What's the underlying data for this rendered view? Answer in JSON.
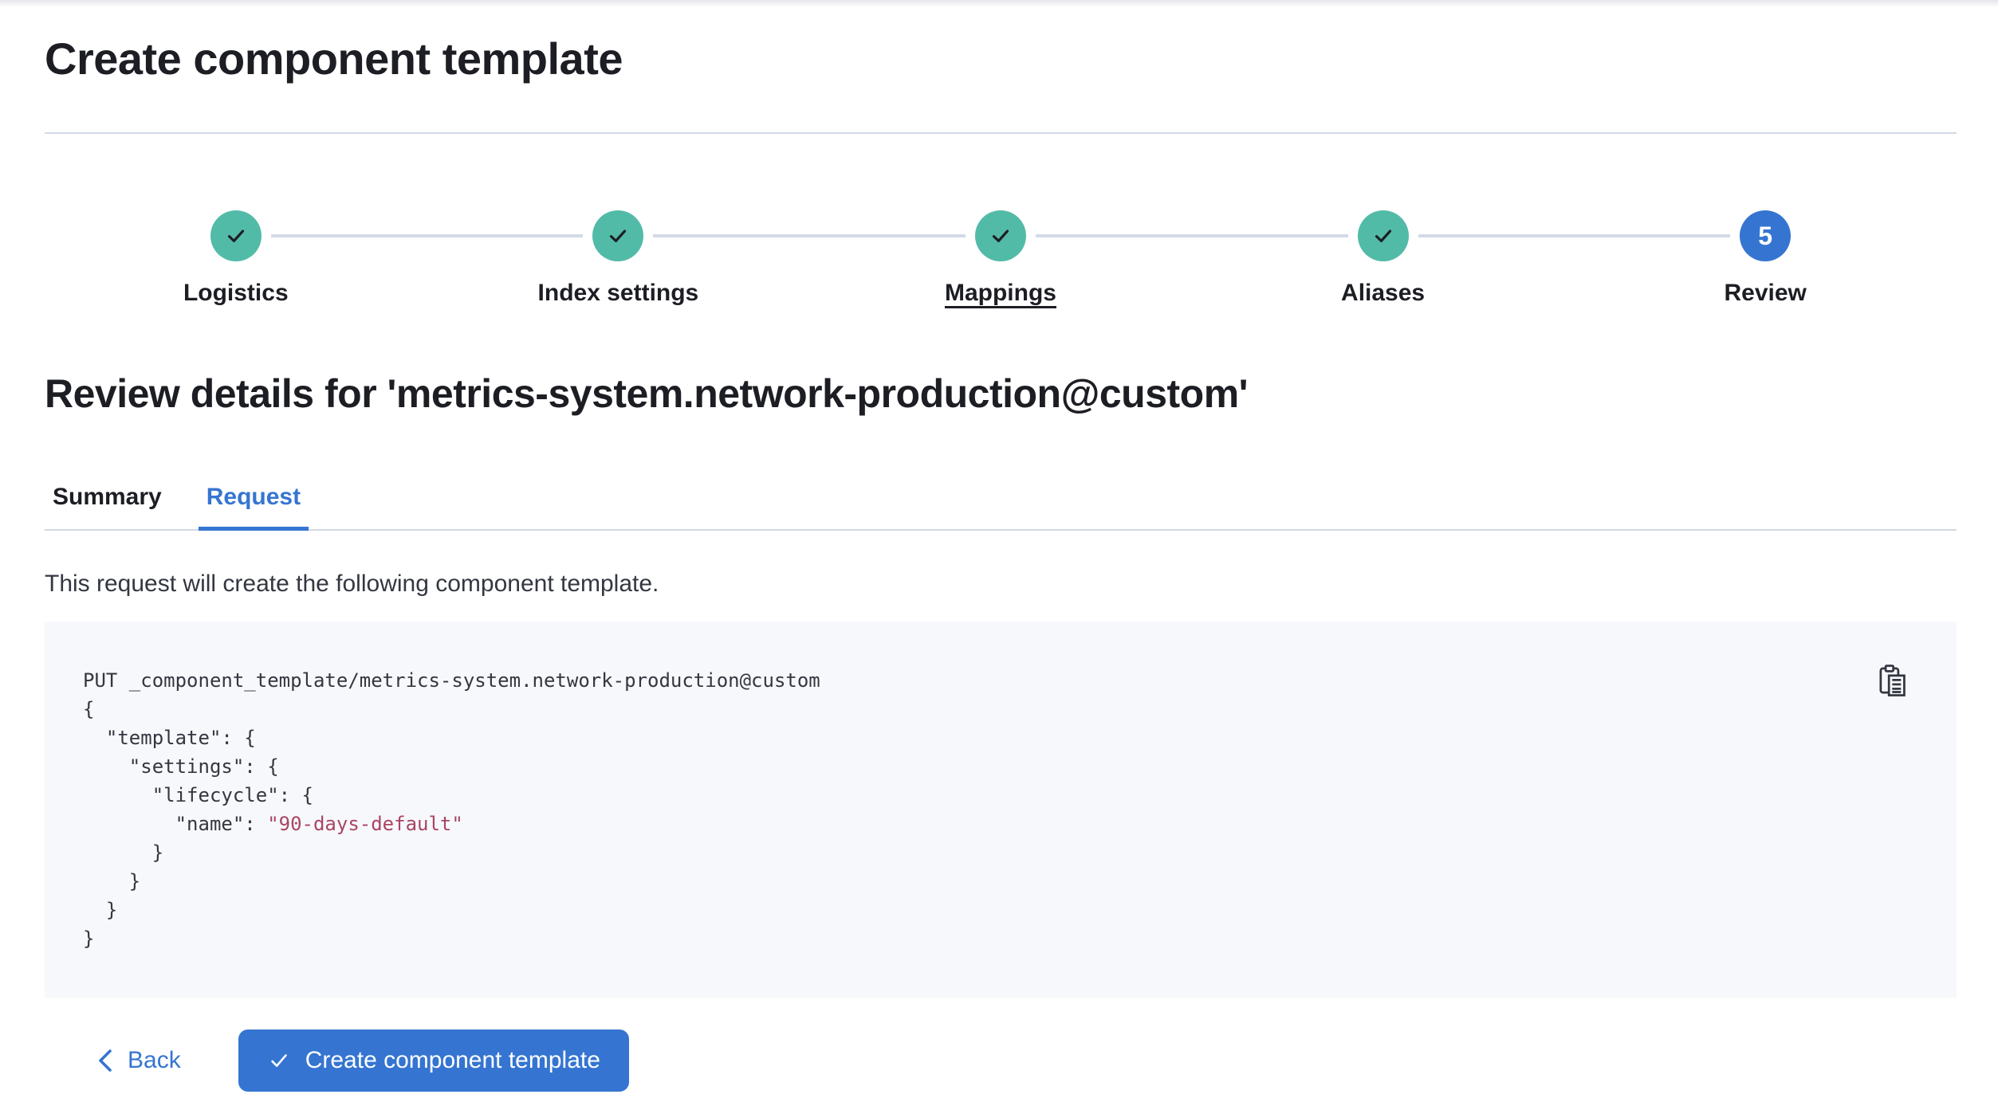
{
  "page": {
    "title": "Create component template"
  },
  "stepper": {
    "steps": [
      {
        "label": "Logistics",
        "status": "complete"
      },
      {
        "label": "Index settings",
        "status": "complete"
      },
      {
        "label": "Mappings",
        "status": "complete",
        "underlined": true
      },
      {
        "label": "Aliases",
        "status": "complete"
      },
      {
        "label": "Review",
        "status": "current",
        "number": "5"
      }
    ]
  },
  "review": {
    "heading": "Review details for 'metrics-system.network-production@custom'",
    "tabs": [
      {
        "label": "Summary",
        "active": false
      },
      {
        "label": "Request",
        "active": true
      }
    ],
    "description": "This request will create the following component template."
  },
  "code_block": {
    "copy_icon": "copy-clipboard-icon",
    "lines": [
      [
        {
          "t": "PUT _component_template/metrics-system.network-production@custom",
          "c": "plain"
        }
      ],
      [
        {
          "t": "{",
          "c": "plain"
        }
      ],
      [
        {
          "t": "  \"template\": {",
          "c": "plain"
        }
      ],
      [
        {
          "t": "    \"settings\": {",
          "c": "plain"
        }
      ],
      [
        {
          "t": "      \"lifecycle\": {",
          "c": "plain"
        }
      ],
      [
        {
          "t": "        \"name\": ",
          "c": "plain"
        },
        {
          "t": "\"90-days-default\"",
          "c": "string"
        }
      ],
      [
        {
          "t": "      }",
          "c": "plain"
        }
      ],
      [
        {
          "t": "    }",
          "c": "plain"
        }
      ],
      [
        {
          "t": "  }",
          "c": "plain"
        }
      ],
      [
        {
          "t": "}",
          "c": "plain"
        }
      ]
    ]
  },
  "footer": {
    "back_label": "Back",
    "submit_label": "Create component template"
  },
  "colors": {
    "accent": "#3575D1",
    "success": "#52BBA8",
    "border": "#D3DAE6",
    "title": "#1D1E24",
    "text": "#343741",
    "code-bg": "#F7F8FB",
    "code-string": "#A94562"
  }
}
